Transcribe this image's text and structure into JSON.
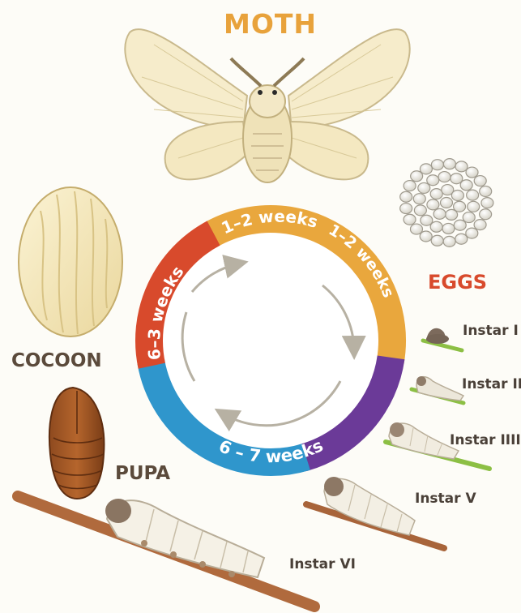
{
  "stages": {
    "moth": "MOTH",
    "eggs": "EGGS",
    "cocoon": "COCOON",
    "pupa": "PUPA"
  },
  "instars": [
    "Instar I",
    "Instar II",
    "Instar IIII",
    "Instar V",
    "Instar VI"
  ],
  "durations": [
    "1–2 weeks",
    "1–2 weeks",
    "6–3 weeks",
    "6 – 7 weeks"
  ],
  "colors": {
    "ring_orange": "#e9a73d",
    "ring_red": "#d84a2c",
    "ring_purple": "#6b3a98",
    "ring_blue": "#2f96cc",
    "moth_label": "#e8a23b",
    "eggs_label": "#d84a2c"
  }
}
